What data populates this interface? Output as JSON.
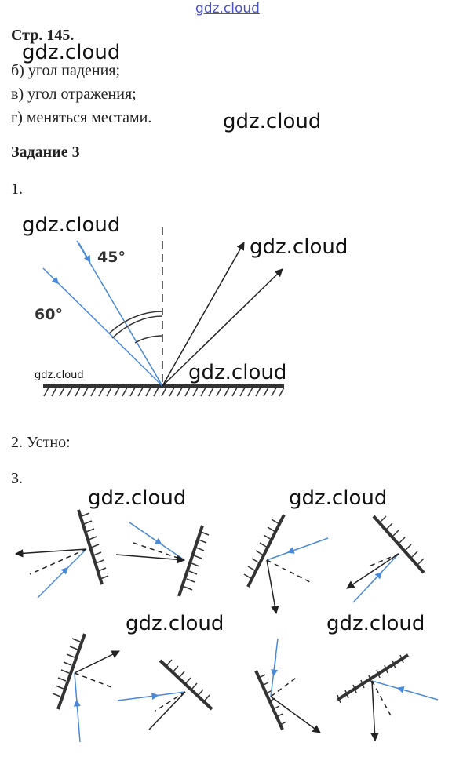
{
  "watermarks": {
    "top": "gdz.cloud",
    "w1": "gdz.cloud",
    "w2": "gdz.cloud",
    "w3": "gdz.cloud",
    "w4": "gdz.cloud",
    "w5": "gdz.cloud",
    "w6": "gdz.cloud",
    "w7": "gdz.cloud",
    "w8": "gdz.cloud",
    "w9": "gdz.cloud",
    "w10": "gdz.cloud",
    "w11": "gdz.cloud"
  },
  "text": {
    "page_ref": "Стр. 145.",
    "item_b": "б) угол падения;",
    "item_v": "в) угол отражения;",
    "item_g": "г) меняться местами.",
    "task_title": "Задание 3",
    "n1": "1.",
    "n2": "2. Устно:",
    "n3": "3."
  },
  "figure1": {
    "angle_a": "45°",
    "angle_b": "60°"
  },
  "colors": {
    "incident_ray": "#4a88d8",
    "reflected_ray": "#222222",
    "mirror": "#333333",
    "watermark_top": "#4a52c8"
  }
}
